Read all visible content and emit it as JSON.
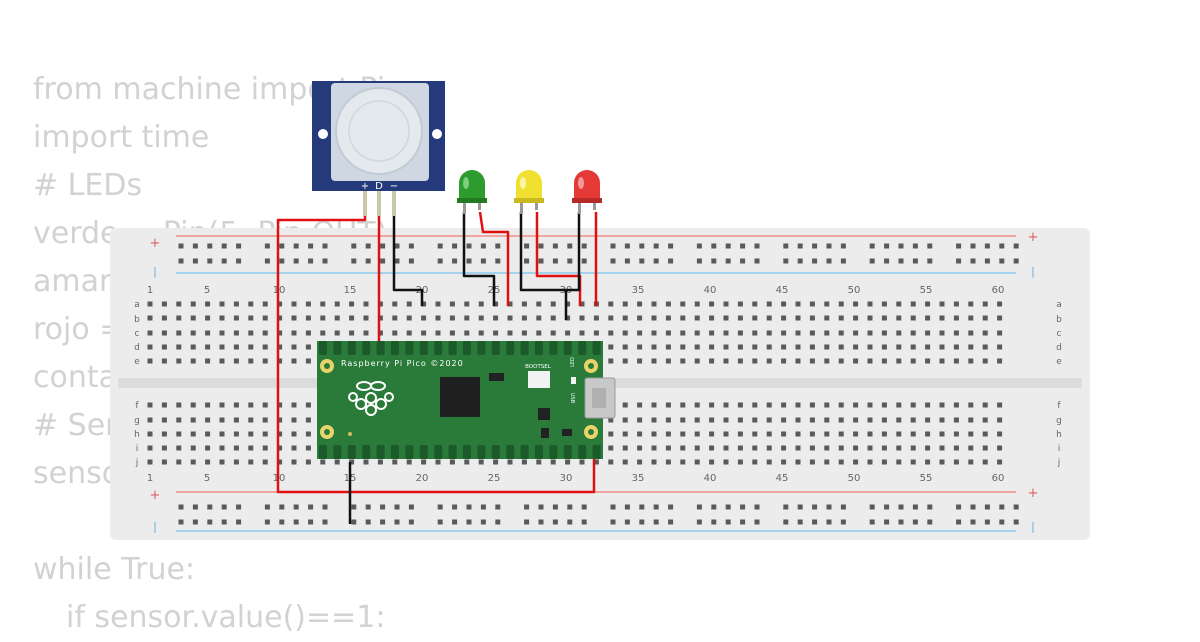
{
  "code": {
    "lines": [
      {
        "text": "from machine import Pin",
        "indent": 0
      },
      {
        "text": "import time",
        "indent": 0
      },
      {
        "text": "# LEDs",
        "indent": 0
      },
      {
        "text": "verde = Pin(5, Pin.OUT)",
        "indent": 0
      },
      {
        "text": "amarillo = Pin(6, Pin.OUT)",
        "indent": 0
      },
      {
        "text": "rojo = Pin(7, Pin.OUT)",
        "indent": 0
      },
      {
        "text": "contador = 0",
        "indent": 0
      },
      {
        "text": "# Sensor",
        "indent": 0
      },
      {
        "text": "sensor = Pin(15, Pin.IN)",
        "indent": 0
      },
      {
        "text": "",
        "indent": 0
      },
      {
        "text": "while True:",
        "indent": 0
      },
      {
        "text": "if sensor.value()==1:",
        "indent": 1
      }
    ]
  },
  "breadboard": {
    "column_numbers": [
      "1",
      "5",
      "10",
      "15",
      "20",
      "25",
      "30",
      "35",
      "40",
      "45",
      "50",
      "55",
      "60"
    ],
    "row_labels_top": [
      "a",
      "b",
      "c",
      "d",
      "e"
    ],
    "row_labels_bottom": [
      "f",
      "g",
      "h",
      "i",
      "j"
    ],
    "plus_sign": "+",
    "minus_sign": "|"
  },
  "pico": {
    "title": "Raspberry Pi Pico ©2020",
    "bootsel": "BOOTSEL",
    "led": "LED",
    "usb": "USB"
  },
  "pir": {
    "pin_labels": [
      "+",
      "D",
      "−"
    ]
  },
  "leds": [
    {
      "color": "green",
      "hex": "#2e9b2e"
    },
    {
      "color": "yellow",
      "hex": "#f0e030"
    },
    {
      "color": "red",
      "hex": "#e53935"
    }
  ],
  "colors": {
    "code_text": "#d2d2d2",
    "breadboard": "#ececec",
    "pico_board": "#2a7b3a",
    "pir_board": "#243a7a",
    "wire_red": "#e01010",
    "wire_black": "#111111"
  }
}
